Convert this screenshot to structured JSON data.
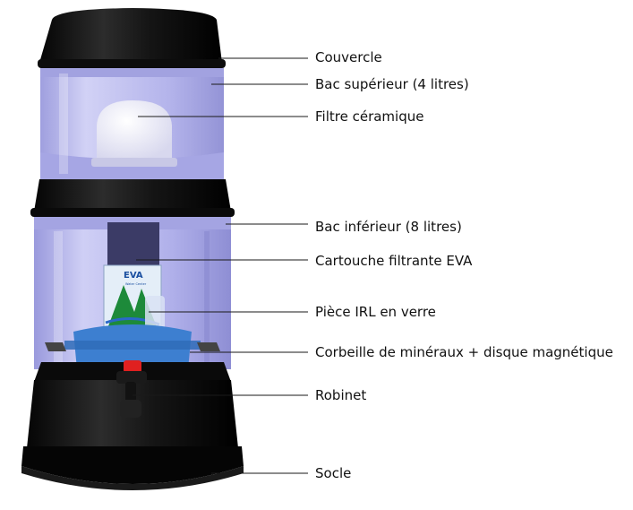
{
  "labels": [
    {
      "id": "couvercle",
      "text": "Couvercle"
    },
    {
      "id": "bac-superieur",
      "text": "Bac supérieur (4 litres)"
    },
    {
      "id": "filtre-ceramique",
      "text": "Filtre céramique"
    },
    {
      "id": "bac-inferieur",
      "text": "Bac inférieur (8 litres)"
    },
    {
      "id": "cartouche",
      "text": "Cartouche filtrante EVA"
    },
    {
      "id": "piece-irl",
      "text": "Pièce IRL en verre"
    },
    {
      "id": "corbeille",
      "text": "Corbeille de minéraux + disque magnétique"
    },
    {
      "id": "robinet",
      "text": "Robinet"
    },
    {
      "id": "socle",
      "text": "Socle"
    }
  ],
  "cartridge_logo": {
    "brand": "EVA",
    "sub": "Water Center"
  },
  "colors": {
    "body_black": "#111111",
    "tank_tint": "#b7b7ee",
    "tap_red": "#e02020",
    "basket_blue": "#3d7fd0"
  }
}
